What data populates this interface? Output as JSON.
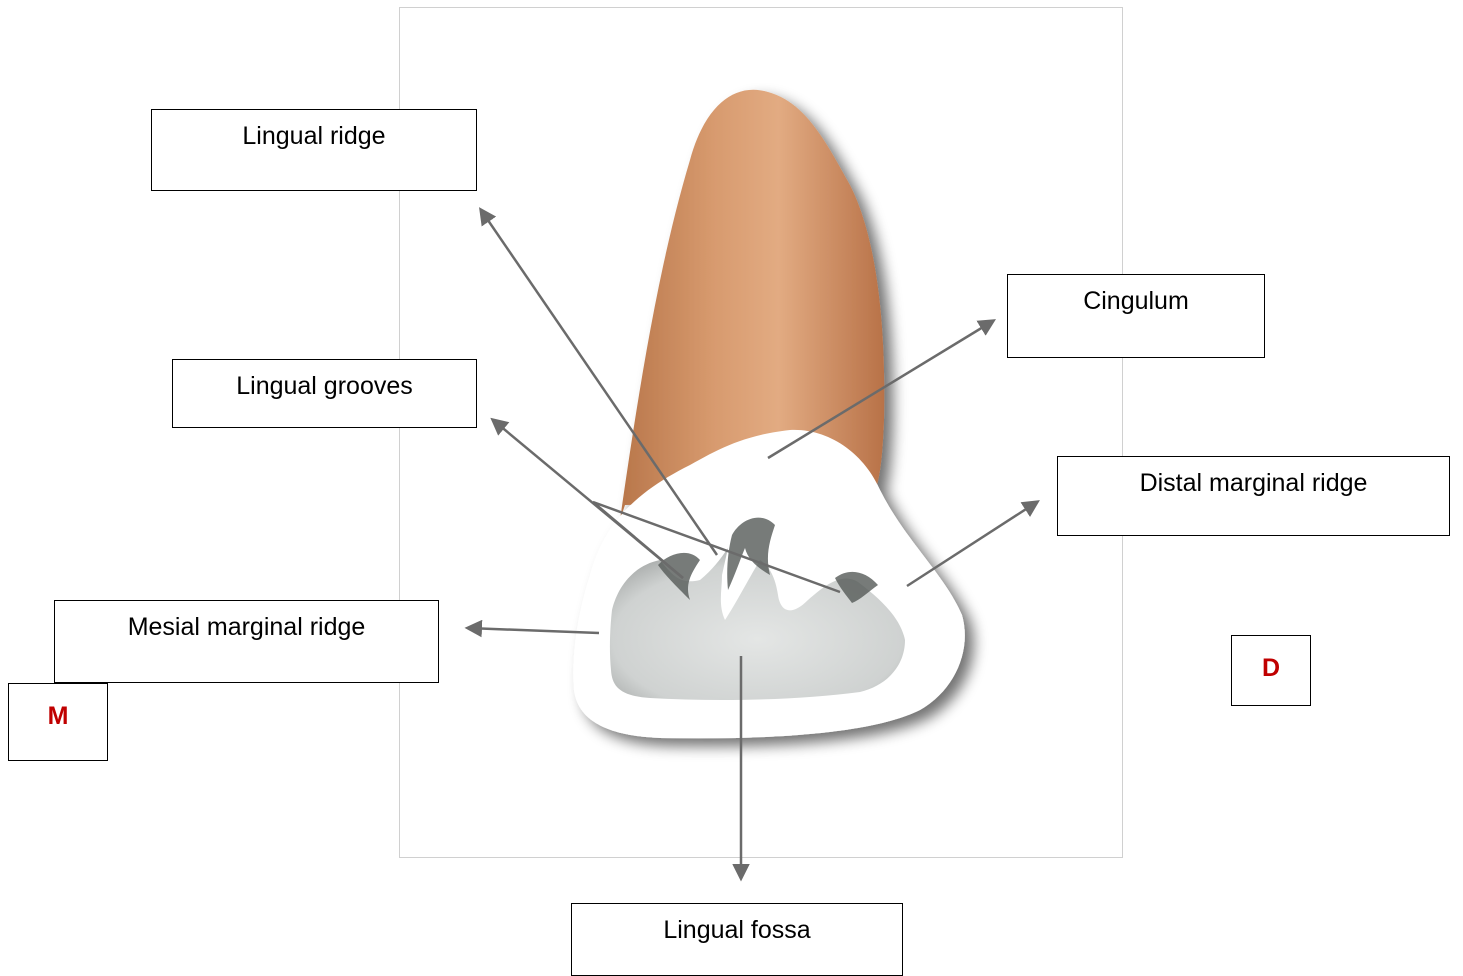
{
  "labels": {
    "lingual_ridge": "Lingual ridge",
    "cingulum": "Cingulum",
    "lingual_grooves": "Lingual grooves",
    "distal_marginal_ridge": "Distal marginal ridge",
    "mesial_marginal_ridge": "Mesial marginal ridge",
    "lingual_fossa": "Lingual fossa"
  },
  "orientation": {
    "mesial": "M",
    "distal": "D"
  },
  "colors": {
    "root": "#c98a5e",
    "enamel": "#ffffff",
    "fossa": "#d6d9d8",
    "arrow": "#6b6b6b",
    "orientation_text": "#c00000",
    "frame": "#d0d0d0"
  }
}
